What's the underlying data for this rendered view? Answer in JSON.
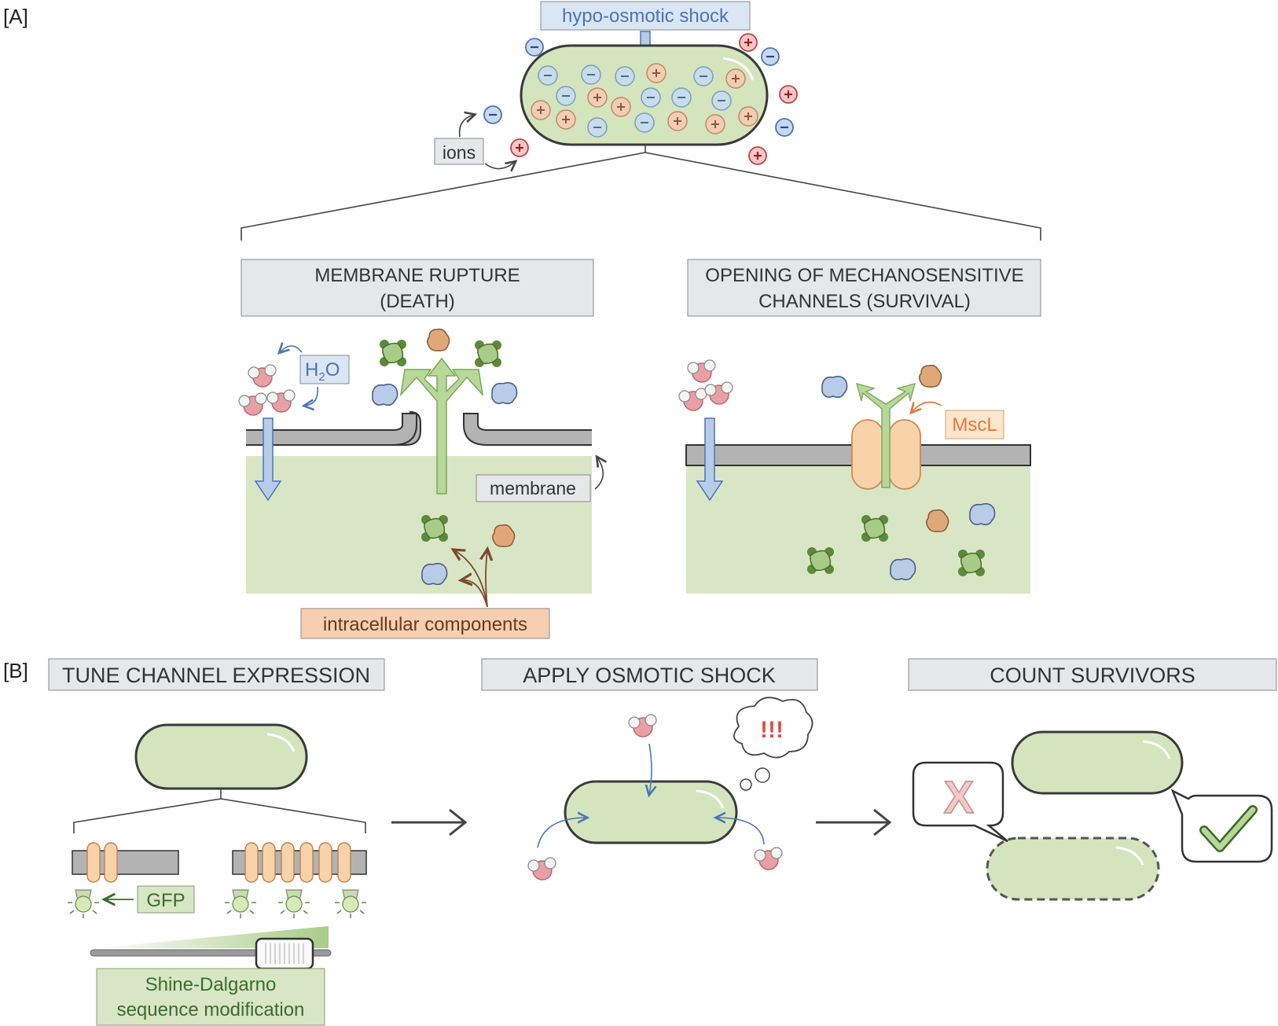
{
  "panel_a": {
    "tag": "[A]",
    "shock_label": "hypo-osmotic shock",
    "ions_label": "ions",
    "rupture_title_line1": "MEMBRANE RUPTURE",
    "rupture_title_line2": "(DEATH)",
    "channel_title_line1": "OPENING OF MECHANOSENSITIVE",
    "channel_title_line2": "CHANNELS (SURVIVAL)",
    "water_label": "H",
    "water_sub": "2",
    "water_label_end": "O",
    "membrane_label": "membrane",
    "intracellular_label": "intracellular components",
    "mscl_label": "MscL"
  },
  "panel_b": {
    "tag": "[B]",
    "step1_title": "TUNE CHANNEL EXPRESSION",
    "step2_title": "APPLY OSMOTIC SHOCK",
    "step3_title": "COUNT SURVIVORS",
    "gfp_label": "GFP",
    "sd_line1": "Shine-Dalgarno",
    "sd_line2": "sequence modification",
    "exclaim": "!!!",
    "dead_mark": "X"
  },
  "colors": {
    "cell_fill": "#d4e4bc",
    "cell_stroke": "#4a4a4a",
    "membrane_gray": "#b3b3b3",
    "label_box_gray": "#e6e7e8",
    "water_blue_text": "#4a74b8",
    "water_box": "#dbe6f4",
    "intracellular_box": "#f5cfb0",
    "mscl_box": "#fde6cc",
    "mscl_text": "#e07a3c",
    "gfp_box": "#d7e6c4",
    "gfp_text": "#3d6b2f",
    "channel_fill": "#f8d3aa",
    "ion_minus": "#c8dcec",
    "ion_plus": "#f0c8c8"
  }
}
